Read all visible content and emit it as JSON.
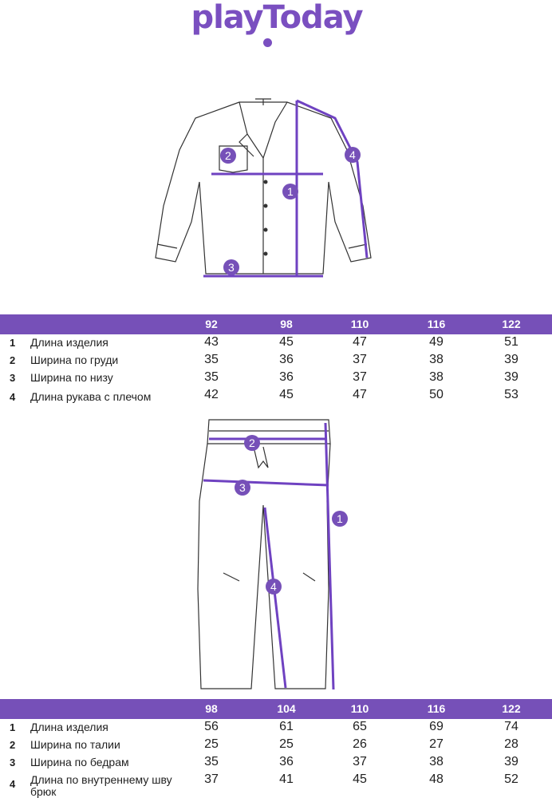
{
  "brand": {
    "logo_text": "playToday",
    "accent_color": "#7650b8"
  },
  "shirt": {
    "callouts": [
      "1",
      "2",
      "3",
      "4"
    ],
    "table": {
      "sizes": [
        "92",
        "98",
        "110",
        "116",
        "122"
      ],
      "rows": [
        {
          "num": "1",
          "label": "Длина изделия",
          "values": [
            "43",
            "45",
            "47",
            "49",
            "51"
          ]
        },
        {
          "num": "2",
          "label": "Ширина по груди",
          "values": [
            "35",
            "36",
            "37",
            "38",
            "39"
          ]
        },
        {
          "num": "3",
          "label": "Ширина по низу",
          "values": [
            "35",
            "36",
            "37",
            "38",
            "39"
          ]
        },
        {
          "num": "4",
          "label": "Длина рукава с плечом",
          "values": [
            "42",
            "45",
            "47",
            "50",
            "53"
          ]
        }
      ]
    }
  },
  "pants": {
    "callouts": [
      "1",
      "2",
      "3",
      "4"
    ],
    "table": {
      "sizes": [
        "98",
        "104",
        "110",
        "116",
        "122"
      ],
      "rows": [
        {
          "num": "1",
          "label": "Длина изделия",
          "values": [
            "56",
            "61",
            "65",
            "69",
            "74"
          ]
        },
        {
          "num": "2",
          "label": "Ширина по талии",
          "values": [
            "25",
            "25",
            "26",
            "27",
            "28"
          ]
        },
        {
          "num": "3",
          "label": "Ширина по бедрам",
          "values": [
            "35",
            "36",
            "37",
            "38",
            "39"
          ]
        },
        {
          "num": "4",
          "label": "Длина по внутреннему шву брюк",
          "values": [
            "37",
            "41",
            "45",
            "48",
            "52"
          ]
        }
      ]
    }
  }
}
